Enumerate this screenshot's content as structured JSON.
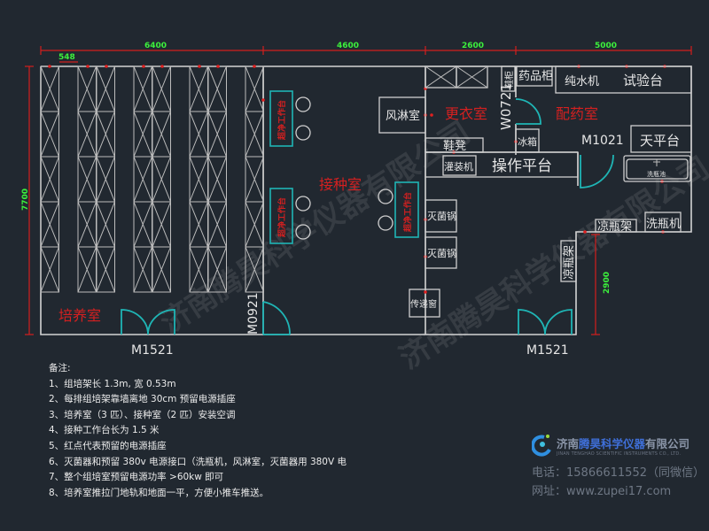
{
  "dimensions": {
    "top_culture": "6400",
    "shelf_width": "548",
    "top_inoculation": "4600",
    "top_changing": "2600",
    "top_dispensing": "5000",
    "left_height": "7700",
    "right_step": "2900"
  },
  "rooms": {
    "culture": "培养室",
    "inoculation": "接种室",
    "changing": "更衣室",
    "dispensing": "配药室"
  },
  "doors": {
    "culture_door": "M1521",
    "inoculation_door": "M0921",
    "changing_door": "W0721",
    "dispensing_door": "M1021",
    "wash_door": "M1521"
  },
  "equipment": {
    "clean_bench": "超净工作台",
    "air_shower": "风淋室",
    "shoe_cabinet": "鞋柜",
    "medicine_cabinet": "药品柜",
    "pure_water": "纯水机",
    "test_bench": "试验台",
    "fridge": "冰箱",
    "balance_table": "天平台",
    "shoe_bench": "鞋凳",
    "filler": "灌装机",
    "operation_platform": "操作平台",
    "wash_sink": "洗瓶池",
    "cooling_rack": "凉瓶架",
    "bottle_washer": "洗瓶机",
    "sterilizer": "灭菌锅",
    "pass_window": "传递窗"
  },
  "notes": {
    "title": "备注:",
    "items": [
      "1、组培架长 1.3m, 宽 0.53m",
      "2、每排组培架靠墙离地 30cm 预留电源插座",
      "3、培养室（3 匹）、接种室（2 匹）安装空调",
      "4、接种工作台长为 1.5 米",
      "5、红点代表预留的电源插座",
      "6、灭菌器和预留 380v 电源接口（洗瓶机，风淋室，灭菌器用 380V 电",
      "7、整个组培室预留电源功率 >60kw 即可",
      "8、培养室推拉门地轨和地面一平，方便小推车推送。"
    ]
  },
  "company": {
    "name_prefix": "济南",
    "name_highlight": "腾昊科学仪器",
    "name_suffix": "有限公司",
    "name_en": "JINAN TENGHAO SCIENTIFIC INSTRUMENTS CO., LTD.",
    "phone": "电话：15866611552（同微信）",
    "website": "网址：www.zupei17.com",
    "watermark": "济南腾昊科学仪器有限公司"
  },
  "colors": {
    "background": "#212830",
    "wall": "#d4d4d4",
    "dimension": "#d41e1e",
    "dimension_text": "#3cf03c",
    "door": "#1fb5b5",
    "room_label": "#d42020"
  }
}
